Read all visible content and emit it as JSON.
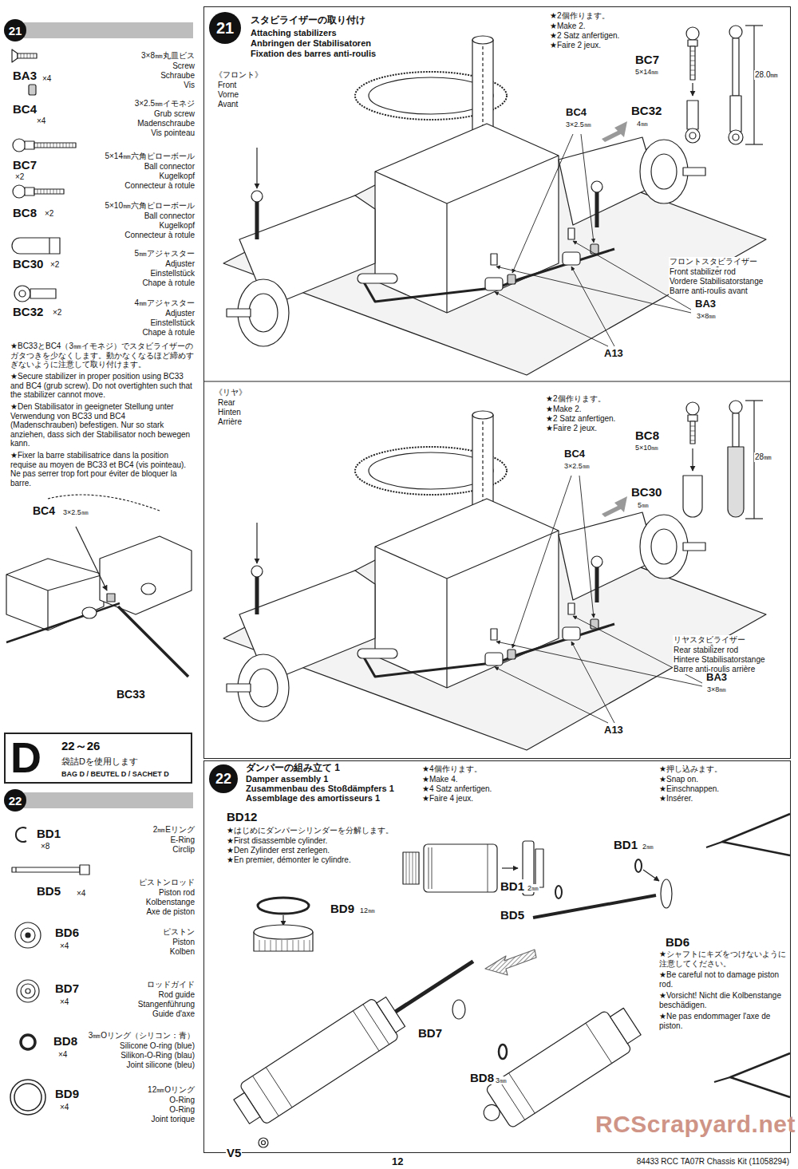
{
  "diagram": {
    "nodes": [
      {
        "text": [
          "21"
        ]
      },
      {
        "text": [
          "スタビライザーの取り付け",
          "Attaching stabilizers",
          "Anbringen der Stabilisatoren",
          "Fixation des barres anti-roulis"
        ]
      },
      {
        "text": [
          "21"
        ],
        "in": 1
      },
      {
        "text": [
          "D",
          "22～26",
          "袋詰Dを使用します",
          "BAG D / BEUTEL D / SACHET D"
        ]
      },
      {
        "text": [
          "22"
        ]
      },
      {
        "text": [
          "ダンパーの組み立て 1",
          "Damper assembly 1",
          "Zusammenbau des Stoßdämpfers 1",
          "Assemblage des amortisseurs 1"
        ]
      },
      {
        "text": [
          "22"
        ],
        "in": 5
      }
    ],
    "labels": [
      "BA3",
      "×4",
      "3×8㎜丸皿ビス",
      "Screw",
      "Schraube",
      "Vis",
      "BC4",
      "×4",
      "3×2.5㎜イモネジ",
      "Grub screw",
      "Madenschraube",
      "Vis pointeau",
      "BC7",
      "×2",
      "5×14㎜六角ピローボール",
      "Ball connector",
      "Kugelkopf",
      "Connecteur à rotule",
      "BC8",
      "×2",
      "5×10㎜六角ピローボール",
      "Ball connector",
      "Kugelkopf",
      "Connecteur à rotule",
      "BC30",
      "×2",
      "5㎜アジャスター",
      "Adjuster",
      "Einstellstück",
      "Chape à rotule",
      "BC32",
      "×2",
      "4㎜アジャスター",
      "Adjuster",
      "Einstellstück",
      "Chape à rotule",
      "★BC33とBC4（3㎜イモネジ）でスタビライザーのガタつきを少なくします。動かなくなるほど締めすぎないように注意して取り付けます。",
      "★Secure stabilizer in proper position using BC33 and BC4 (grub screw). Do not overtighten such that the stabilizer cannot move.",
      "★Den Stabilisator in geeigneter Stellung unter Verwendung von BC33 und BC4 (Madenschrauben) befestigen. Nur so stark anziehen, dass sich der Stabilisator noch bewegen kann.",
      "★Fixer la barre stabilisatrice dans la position requise au moyen de BC33 et BC4 (vis pointeau). Ne pas serrer trop fort pour éviter de bloquer la barre.",
      "BC4",
      "3×2.5㎜",
      "BC33",
      "BD1",
      "×8",
      "2㎜Eリング",
      "E-Ring",
      "Circlip",
      "BD5",
      "×4",
      "ピストンロッド",
      "Piston rod",
      "Kolbenstange",
      "Axe de piston",
      "BD6",
      "×4",
      "ピストン",
      "Piston",
      "Kolben",
      "BD7",
      "×4",
      "ロッドガイド",
      "Rod guide",
      "Stangenführung",
      "Guide d'axe",
      "BD8",
      "×4",
      "3㎜Oリング（シリコン：青）",
      "Silicone O-ring (blue)",
      "Silikon-O-Ring (blau)",
      "Joint silicone (bleu)",
      "BD9",
      "×4",
      "12㎜Oリング",
      "O-Ring",
      "O-Ring",
      "Joint torique",
      "《フロント》",
      "Front",
      "Vorne",
      "Avant",
      "★2個作ります。",
      "★Make 2.",
      "★2 Satz anfertigen.",
      "★Faire 2 jeux.",
      "BC7",
      "5×14㎜",
      "BC32",
      "4㎜",
      "28.0㎜",
      "BC4",
      "3×2.5㎜",
      "フロントスタビライザー",
      "Front stabilizer rod",
      "Vordere Stabilisatorstange",
      "Barre anti-roulis avant",
      "BA3",
      "3×8㎜",
      "A13",
      "《リヤ》",
      "Rear",
      "Hinten",
      "Arrière",
      "★2個作ります。",
      "★Make 2.",
      "★2 Satz anfertigen.",
      "★Faire 2 jeux.",
      "BC8",
      "5×10㎜",
      "BC30",
      "5㎜",
      "28㎜",
      "BC4",
      "3×2.5㎜",
      "リヤスタビライザー",
      "Rear stabilizer rod",
      "Hintere Stabilisatorstange",
      "Barre anti-roulis arrière",
      "BA3",
      "3×8㎜",
      "A13",
      "★4個作ります。",
      "★Make 4.",
      "★4 Satz anfertigen.",
      "★Faire 4 jeux.",
      "BD12",
      "★はじめにダンパーシリンダーを分解します。",
      "★First disassemble cylinder.",
      "★Den Zylinder erst zerlegen.",
      "★En premier, démonter le cylindre.",
      "★押し込みます。",
      "★Snap on.",
      "★Einschnappen.",
      "★Insérer.",
      "BD1",
      "2㎜",
      "BD9",
      "12㎜",
      "BD1",
      "2㎜",
      "BD5",
      "BD6",
      "★シャフトにキズをつけないように注意してください。",
      "★Be careful not to damage piston rod.",
      "★Vorsicht! Nicht die Kolbenstange beschädigen.",
      "★Ne pas endommager l'axe de piston.",
      "BD7",
      "BD8",
      "3㎜",
      "V5",
      "12",
      "84433 RCC TA07R Chassis Kit (11058294)",
      "RCScrapyard.net"
    ]
  }
}
